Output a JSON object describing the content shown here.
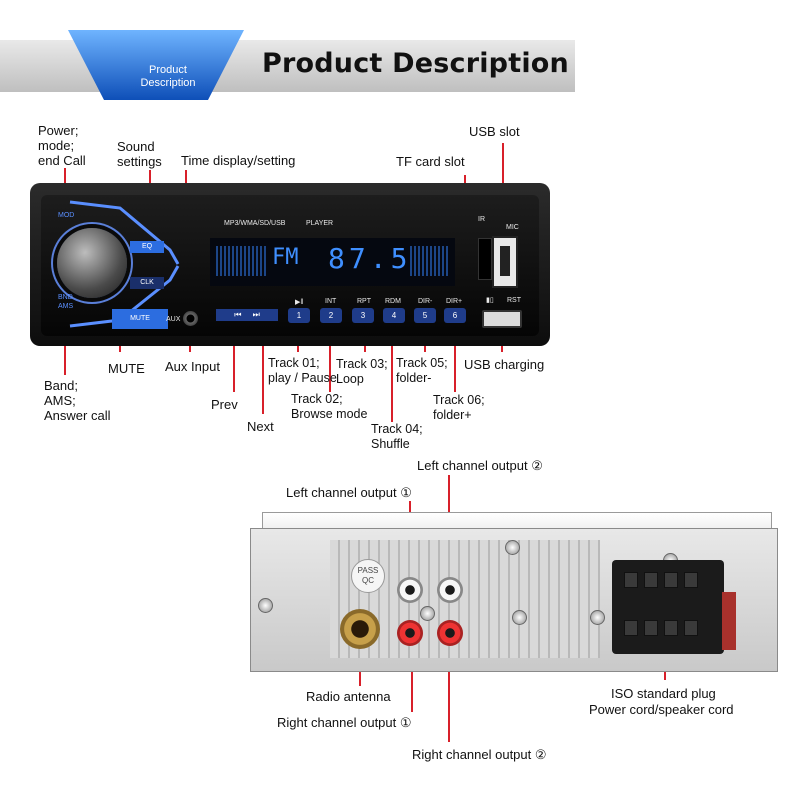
{
  "header": {
    "tab_label_line1": "Product",
    "tab_label_line2": "Description",
    "title": "Product Description"
  },
  "front_labels": {
    "power": [
      "Power;",
      "mode;",
      "end Call"
    ],
    "sound": [
      "Sound",
      "settings"
    ],
    "time": "Time display/setting",
    "tf_card": "TF card slot",
    "usb_slot": "USB slot",
    "usb_charging": "USB charging",
    "band": [
      "Band;",
      "AMS;",
      "Answer call"
    ],
    "mute": "MUTE",
    "aux": "Aux Input",
    "prev": "Prev",
    "next": "Next",
    "track01": [
      "Track 01;",
      "play / Pause"
    ],
    "track02": [
      "Track 02;",
      "Browse mode"
    ],
    "track03": [
      "Track 03;",
      "Loop"
    ],
    "track04": [
      "Track 04;",
      "Shuffle"
    ],
    "track05": [
      "Track 05;",
      "folder-"
    ],
    "track06": [
      "Track 06;",
      "folder+"
    ]
  },
  "device_front": {
    "format_text": "MP3/WMA/SD/USB",
    "player_text": "PLAYER",
    "display_band": "FM",
    "display_freq": "87.5",
    "mod_btn": "MOD",
    "eq_btn": "EQ",
    "clk_btn": "CLK",
    "mute_btn": "MUTE",
    "band_btn": "BND",
    "ams_btn": "AMS",
    "aux_text": "AUX",
    "ir_text": "IR",
    "mic_text": "MIC",
    "rst_text": "RST",
    "btn_labels": [
      "▶‖",
      "INT",
      "RPT",
      "RDM",
      "DIR-",
      "DIR+"
    ],
    "btn_numbers": [
      "1",
      "2",
      "3",
      "4",
      "5",
      "6"
    ],
    "prev_icon": "⏮",
    "next_icon": "⏭"
  },
  "rear_labels": {
    "left1": "Left channel output ①",
    "left2": "Left channel output ②",
    "radio_antenna": "Radio antenna",
    "right1": "Right channel output ①",
    "right2": "Right channel output ②",
    "iso_line1": "ISO standard plug",
    "iso_line2": "Power cord/speaker cord"
  },
  "rear_device": {
    "pass_line1": "PASS",
    "pass_line2": "QC"
  },
  "colors": {
    "accent_blue": "#2c6de0",
    "line_red": "#d8202a",
    "display_blue": "#3f8fff"
  }
}
